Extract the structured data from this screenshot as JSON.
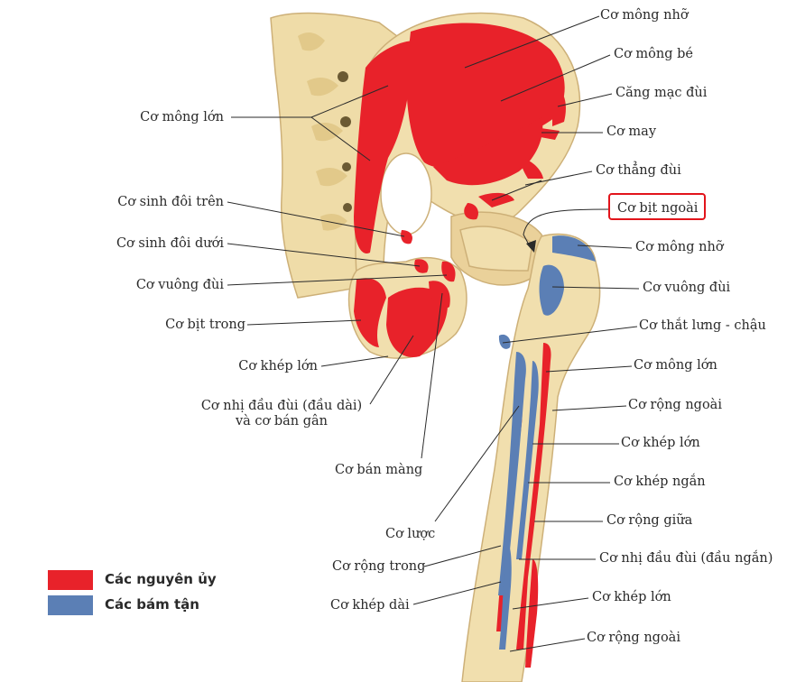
{
  "labels": {
    "l_mong_lon": "Cơ mông lớn",
    "l_sinh_doi_tren": "Cơ sinh đôi trên",
    "l_sinh_doi_duoi": "Cơ sinh đôi dưới",
    "l_vuong_dui": "Cơ vuông đùi",
    "l_bit_trong": "Cơ bịt trong",
    "l_khep_lon": "Cơ khép lớn",
    "l_nhi_dau_1": "Cơ nhị đầu đùi (đầu dài)",
    "l_nhi_dau_2": "và cơ bán gân",
    "l_ban_mang": "Cơ bán màng",
    "l_luoc": "Cơ lược",
    "l_rong_trong": "Cơ rộng trong",
    "l_khep_dai": "Cơ khép dài",
    "r_mong_nho": "Cơ mông nhỡ",
    "r_mong_be": "Cơ mông bé",
    "r_cang_mac_dui": "Căng mạc đùi",
    "r_may": "Cơ may",
    "r_thang_dui": "Cơ thẳng đùi",
    "r_bit_ngoai": "Cơ bịt ngoài",
    "r_mong_nho_2": "Cơ mông nhỡ",
    "r_vuong_dui": "Cơ vuông đùi",
    "r_that_lung_chau": "Cơ thắt lưng - chậu",
    "r_mong_lon": "Cơ mông lớn",
    "r_rong_ngoai": "Cơ rộng ngoài",
    "r_khep_lon": "Cơ khép lớn",
    "r_khep_ngan": "Cơ khép ngắn",
    "r_rong_giua": "Cơ rộng giữa",
    "r_nhi_dau_ngan": "Cơ nhị đầu đùi (đầu ngắn)",
    "r_khep_lon_2": "Cơ khép lớn",
    "r_rong_ngoai_2": "Cơ rộng ngoài"
  },
  "legend": {
    "origin_label": "Các nguyên ủy",
    "insertion_label": "Các bám tận"
  },
  "colors": {
    "origin": "#e8222a",
    "insertion": "#5b7fb5",
    "bone": "#f1dfae",
    "bone_shade": "#d9bd7e",
    "highlight": "#e2141b"
  }
}
